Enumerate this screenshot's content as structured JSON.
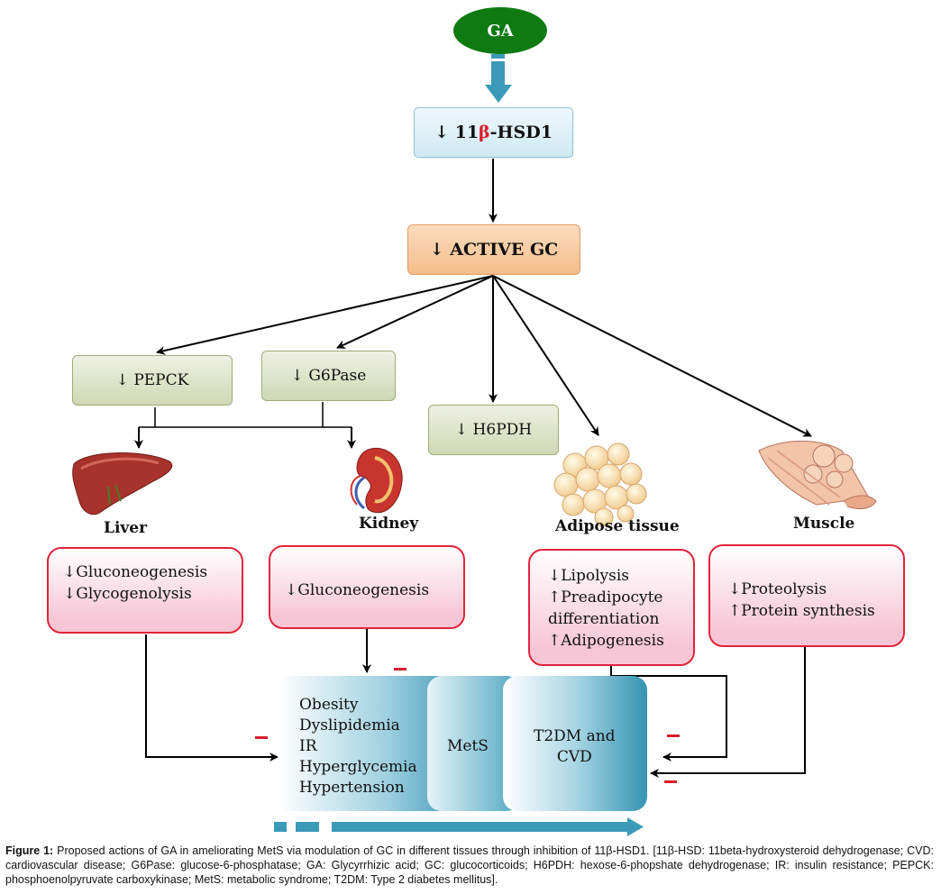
{
  "top": {
    "ga_label": "GA",
    "hsd_prefix": "↓ 11",
    "hsd_beta": "β",
    "hsd_suffix": "-HSD1",
    "active_gc": "↓ ACTIVE GC"
  },
  "enzymes": {
    "pepck": "↓ PEPCK",
    "g6pase": "↓ G6Pase",
    "h6pdh": "↓ H6PDH"
  },
  "tissues": {
    "liver": "Liver",
    "kidney": "Kidney",
    "adipose": "Adipose tissue",
    "muscle": "Muscle"
  },
  "effects": {
    "liver": [
      "↓Gluconeogenesis",
      "↓Glycogenolysis"
    ],
    "kidney": [
      "↓Gluconeogenesis"
    ],
    "adipose": [
      "↓Lipolysis",
      "↑Preadipocyte",
      "differentiation",
      "↑Adipogenesis"
    ],
    "muscle": [
      "↓Proteolysis",
      "↑Protein synthesis"
    ]
  },
  "mets": {
    "conditions": [
      "Obesity",
      "Dyslipidemia",
      "IR",
      "Hyperglycemia",
      "Hypertension"
    ],
    "center": "MetS",
    "outcome": [
      "T2DM and",
      "CVD"
    ]
  },
  "caption": {
    "label": "Figure 1:",
    "text": " Proposed actions of GA in ameliorating MetS via modulation of GC in different tissues through inhibition of 11β-HSD1. [11β-HSD: 11beta-hydroxysteroid dehydrogenase; CVD: cardiovascular disease; G6Pase: glucose-6-phosphatase; GA: Glycyrrhizic acid; GC: glucocorticoids; H6PDH: hexose-6-phopshate dehydrogenase; IR: insulin resistance; PEPCK: phosphoenolpyruvate carboxykinase; MetS: metabolic syndrome; T2DM: Type 2 diabetes mellitus]."
  },
  "colors": {
    "ga_fill": "#0f7a12",
    "hsd_fill": "#dcf0f8",
    "gc_fill": "#f9cfa8",
    "inhibit": "#d81e2c",
    "teal": "#3a9ab8"
  }
}
